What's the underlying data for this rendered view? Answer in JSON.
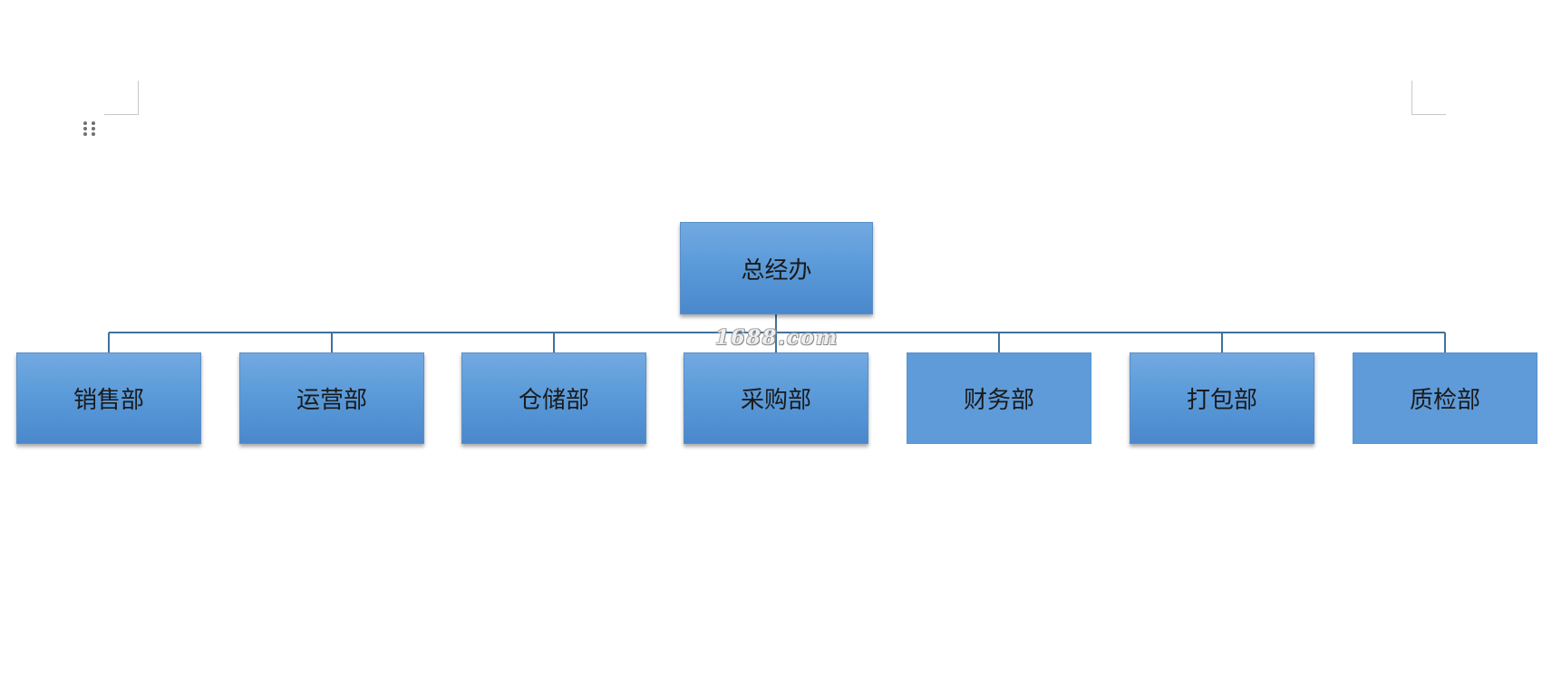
{
  "diagram": {
    "root": {
      "label": "总经办"
    },
    "children": [
      {
        "label": "销售部"
      },
      {
        "label": "运营部"
      },
      {
        "label": "仓储部"
      },
      {
        "label": "采购部"
      },
      {
        "label": "财务部"
      },
      {
        "label": "打包部"
      },
      {
        "label": "质检部"
      }
    ]
  },
  "watermark": {
    "text": "1688.com"
  },
  "icons": {
    "drag_handle": "drag-handle-icon"
  },
  "colors": {
    "box_fill": "#5b9bd9",
    "connector": "#41719c"
  }
}
